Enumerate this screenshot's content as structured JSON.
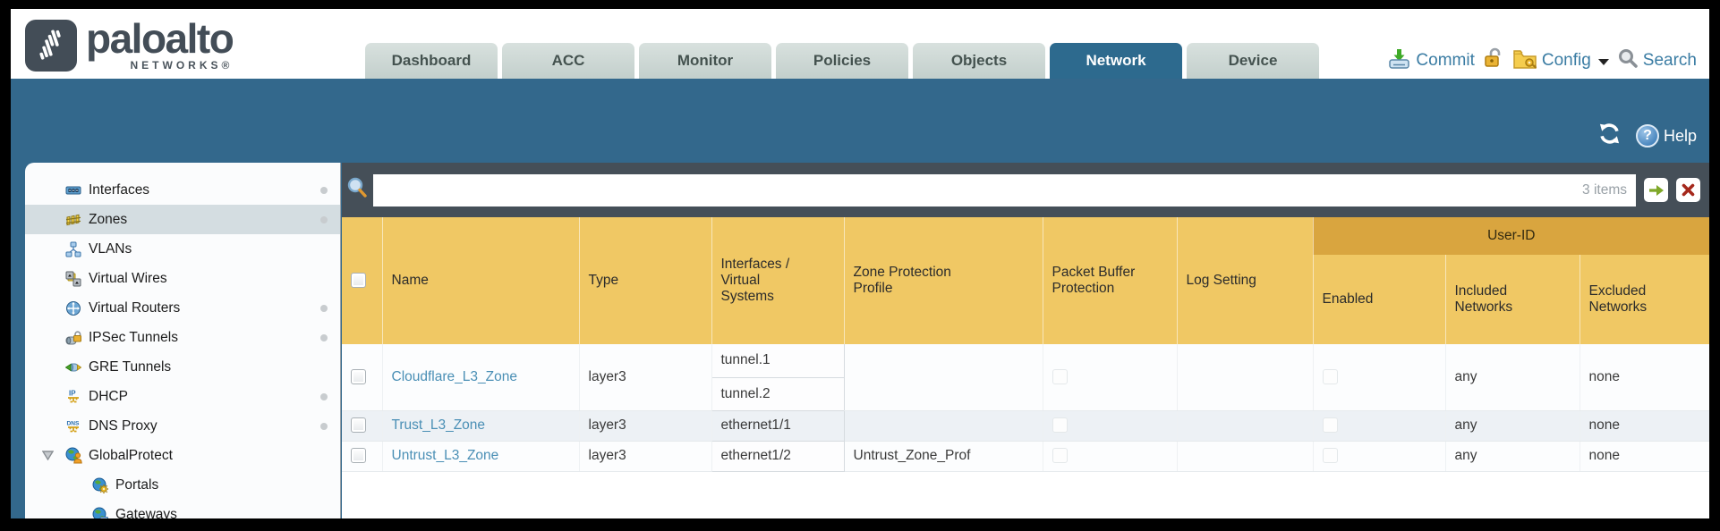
{
  "brand": {
    "wordmark": "paloalto",
    "networks": "NETWORKS®"
  },
  "nav": {
    "active_tab": "Network",
    "tabs": [
      {
        "label": "Dashboard"
      },
      {
        "label": "ACC"
      },
      {
        "label": "Monitor"
      },
      {
        "label": "Policies"
      },
      {
        "label": "Objects"
      },
      {
        "label": "Network"
      },
      {
        "label": "Device"
      }
    ]
  },
  "actions": {
    "commit_label": "Commit",
    "config_label": "Config",
    "search_label": "Search"
  },
  "band": {
    "help_label": "Help"
  },
  "filter": {
    "items_count": "3 items"
  },
  "sidebar": {
    "items": [
      {
        "label": "Interfaces",
        "icon": "interfaces-icon",
        "selected": false,
        "dot": true
      },
      {
        "label": "Zones",
        "icon": "zones-icon",
        "selected": true,
        "dot": true
      },
      {
        "label": "VLANs",
        "icon": "vlans-icon",
        "selected": false,
        "dot": false
      },
      {
        "label": "Virtual Wires",
        "icon": "virtual-wires-icon",
        "selected": false,
        "dot": false
      },
      {
        "label": "Virtual Routers",
        "icon": "virtual-routers-icon",
        "selected": false,
        "dot": true
      },
      {
        "label": "IPSec Tunnels",
        "icon": "ipsec-tunnels-icon",
        "selected": false,
        "dot": true
      },
      {
        "label": "GRE Tunnels",
        "icon": "gre-tunnels-icon",
        "selected": false,
        "dot": false
      },
      {
        "label": "DHCP",
        "icon": "dhcp-icon",
        "selected": false,
        "dot": true
      },
      {
        "label": "DNS Proxy",
        "icon": "dns-proxy-icon",
        "selected": false,
        "dot": true
      },
      {
        "label": "GlobalProtect",
        "icon": "globalprotect-icon",
        "selected": false,
        "dot": false,
        "expanded": true
      },
      {
        "label": "Portals",
        "icon": "portals-icon",
        "selected": false,
        "dot": false,
        "indent": 1
      },
      {
        "label": "Gateways",
        "icon": "gateways-icon",
        "selected": false,
        "dot": false,
        "indent": 1
      }
    ]
  },
  "table": {
    "group_header": "User-ID",
    "columns": [
      "Name",
      "Type",
      "Interfaces / Virtual Systems",
      "Zone Protection Profile",
      "Packet Buffer Protection",
      "Log Setting",
      "Enabled",
      "Included Networks",
      "Excluded Networks"
    ],
    "rows": [
      {
        "name": "Cloudflare_L3_Zone",
        "type": "layer3",
        "interfaces": [
          "tunnel.1",
          "tunnel.2"
        ],
        "zone_protection_profile": "",
        "log_setting": "",
        "included_networks": "any",
        "excluded_networks": "none"
      },
      {
        "name": "Trust_L3_Zone",
        "type": "layer3",
        "interfaces": [
          "ethernet1/1"
        ],
        "zone_protection_profile": "",
        "log_setting": "",
        "included_networks": "any",
        "excluded_networks": "none"
      },
      {
        "name": "Untrust_L3_Zone",
        "type": "layer3",
        "interfaces": [
          "ethernet1/2"
        ],
        "zone_protection_profile": "Untrust_Zone_Prof",
        "log_setting": "",
        "included_networks": "any",
        "excluded_networks": "none"
      }
    ]
  },
  "colors": {
    "teal_band": "#33688c",
    "active_tab": "#2d6a8e",
    "header_amber": "#f0c864",
    "group_amber": "#d9a53f",
    "filter_bar": "#454f58",
    "link_blue": "#4a8fb5",
    "selected_item_bg": "#d4dde1",
    "alt_row_bg": "#edf1f5"
  }
}
